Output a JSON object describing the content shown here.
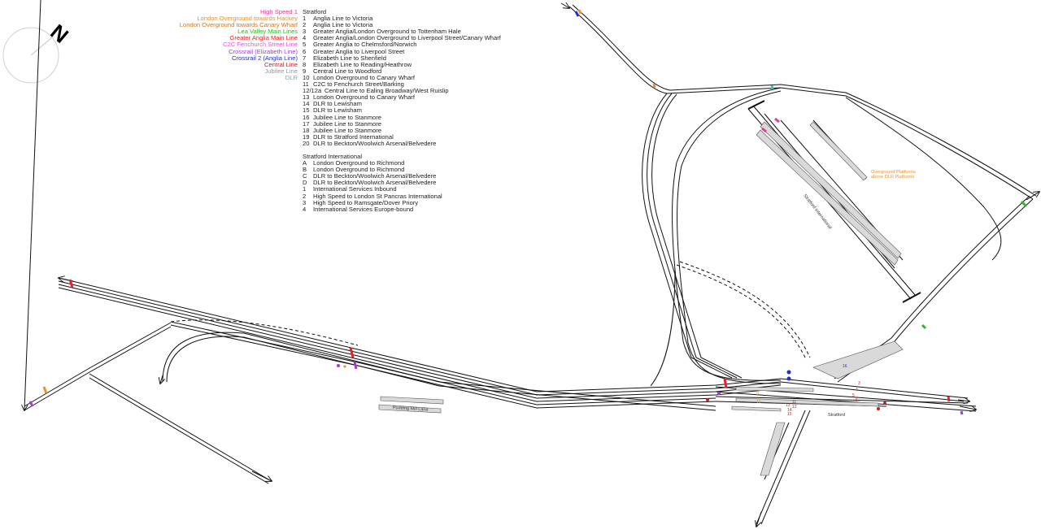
{
  "legend": [
    {
      "label": "High Speed 1",
      "color": "#e6399b"
    },
    {
      "label": "London Overground towards Hackey",
      "color": "#e8922a"
    },
    {
      "label": "London Overground towards Canary Wharf",
      "color": "#c87a1e"
    },
    {
      "label": "Lea Valley Main Lines",
      "color": "#2fb52f"
    },
    {
      "label": "Greater Anglia Main Line",
      "color": "#e8202a"
    },
    {
      "label": "C2C Fenchurch Street Line",
      "color": "#d35fd1"
    },
    {
      "label": "Crossrail (Elizabeth Line)",
      "color": "#a23bd6"
    },
    {
      "label": "Crossrail 2 (Anglia Line)",
      "color": "#1f2bd6"
    },
    {
      "label": "Central Line",
      "color": "#c41e1e"
    },
    {
      "label": "Jubilee Line",
      "color": "#9a9a9a"
    },
    {
      "label": "DLR",
      "color": "#3fc1b0"
    }
  ],
  "stratford": {
    "heading": "Stratford",
    "platforms": [
      {
        "num": "1",
        "desc": "Anglia Line to Victoria"
      },
      {
        "num": "2",
        "desc": "Anglia Line to Victoria"
      },
      {
        "num": "3",
        "desc": "Greater Anglia/London Overground to Tottenham Hale"
      },
      {
        "num": "4",
        "desc": "Greater Anglia/London Overground to Liverpool Street/Canary Wharf"
      },
      {
        "num": "5",
        "desc": "Greater Anglia to Chelmsford/Norwich"
      },
      {
        "num": "6",
        "desc": "Greater Anglia to Liverpool Street"
      },
      {
        "num": "7",
        "desc": "Elizabeth Line to Shenfield"
      },
      {
        "num": "8",
        "desc": "Elizabeth Line to Reading/Heathrow"
      },
      {
        "num": "9",
        "desc": "Central Line to Woodford"
      },
      {
        "num": "10",
        "desc": "London Overground to Canary Wharf"
      },
      {
        "num": "11",
        "desc": "C2C to Fenchurch Street/Barking"
      },
      {
        "num": "12/12a",
        "desc": "Central Line to Ealing Broadway/West Ruislip"
      },
      {
        "num": "13",
        "desc": "London Overground to Canary Wharf"
      },
      {
        "num": "14",
        "desc": "DLR to Lewisham"
      },
      {
        "num": "15",
        "desc": "DLR to Lewisham"
      },
      {
        "num": "16",
        "desc": "Jubilee Line to Stanmore"
      },
      {
        "num": "17",
        "desc": "Jubilee Line to Stanmore"
      },
      {
        "num": "18",
        "desc": "Jubilee Line to Stanmore"
      },
      {
        "num": "19",
        "desc": "DLR to Stratford International"
      },
      {
        "num": "20",
        "desc": "DLR to Beckton/Woolwich Arsenal/Belvedere"
      }
    ]
  },
  "stratford_international": {
    "heading": "Stratford International",
    "platforms": [
      {
        "num": "A",
        "desc": "London Overground to Richmond"
      },
      {
        "num": "B",
        "desc": "London Overground to Richmond"
      },
      {
        "num": "C",
        "desc": "DLR to Beckton/Woolwich Arsenal/Belvedere"
      },
      {
        "num": "D",
        "desc": "DLR to Beckton/Woolwich Arsenal/Belvedere"
      },
      {
        "num": "1",
        "desc": "International Services Inbound"
      },
      {
        "num": "2",
        "desc": "High Speed to London St Pancras International"
      },
      {
        "num": "3",
        "desc": "High Speed to Ramsgate/Dover Priory"
      },
      {
        "num": "4",
        "desc": "International Services Europe-bound"
      }
    ]
  },
  "map": {
    "compass_letter": "N",
    "pudding_mill_lane": "Pudding Mill Lane",
    "stratford_label": "Stratford",
    "stratford_international_label": "Stratford International",
    "overground_note_line1": "Overground Platforms",
    "overground_note_line2": "above DLR Platforms",
    "platform_numbers": [
      "3",
      "4",
      "5",
      "6",
      "9",
      "10",
      "11",
      "12",
      "13",
      "14",
      "15",
      "16"
    ]
  },
  "colors": {
    "track": "#111111",
    "platform_fill": "#d9d9d9",
    "note": "#e8922a"
  }
}
